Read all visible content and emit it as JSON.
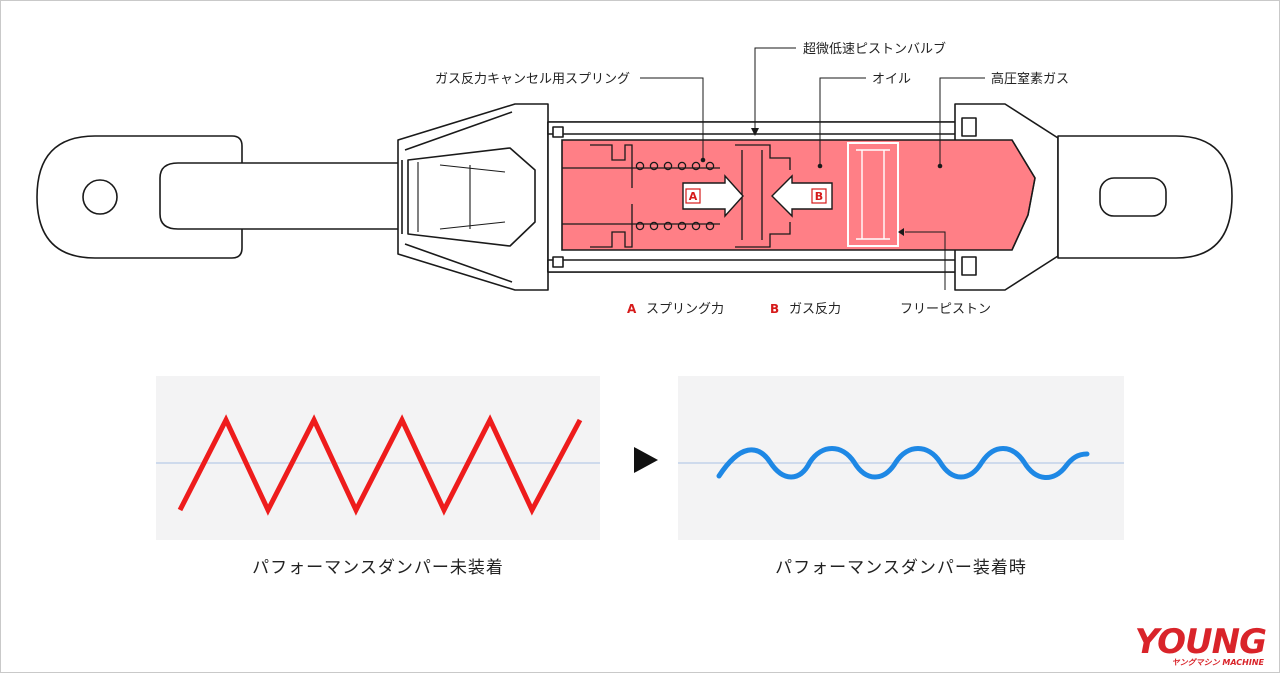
{
  "diagram": {
    "callouts": {
      "spring": "ガス反力キャンセル用スプリング",
      "valve": "超微低速ピストンバルブ",
      "oil": "オイル",
      "gas": "高圧窒素ガス",
      "free_piston": "フリーピストン"
    },
    "arrow_letters": {
      "a": "A",
      "b": "B"
    },
    "legend": [
      {
        "letter": "A",
        "label": "スプリング力"
      },
      {
        "letter": "B",
        "label": "ガス反力"
      }
    ],
    "colors": {
      "chamber": "#ff7f86",
      "outline": "#1a1a1a",
      "legend_letter": "#d61a1a"
    }
  },
  "waves": {
    "before": {
      "caption": "パフォーマンスダンパー未装着",
      "color": "#ee1c1c",
      "shape": "zigzag"
    },
    "arrow_icon": "play-triangle-icon",
    "after": {
      "caption": "パフォーマンスダンパー装着時",
      "color": "#1e88e5",
      "shape": "sine"
    }
  },
  "logo": {
    "main": "YOUNG",
    "sub": "ヤングマシン MACHINE"
  }
}
